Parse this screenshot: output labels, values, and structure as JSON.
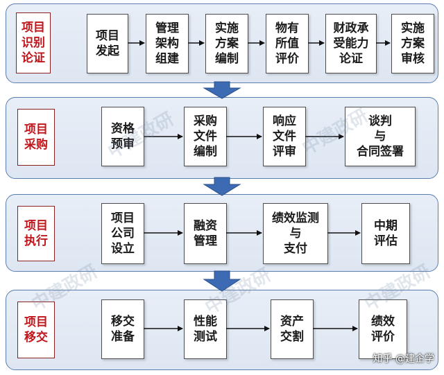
{
  "stages": [
    {
      "label": "项目\n识别\n论证",
      "steps": [
        "项目\n发起",
        "管理\n架构\n组建",
        "实施\n方案\n编制",
        "物有\n所值\n评价",
        "财政承\n受能力\n论证",
        "实施\n方案\n审核"
      ]
    },
    {
      "label": "项目\n采购",
      "steps": [
        "资格\n预审",
        "采购\n文件\n编制",
        "响应\n文件\n评审",
        "谈判\n与\n合同签署"
      ]
    },
    {
      "label": "项目\n执行",
      "steps": [
        "项目\n公司\n设立",
        "融资\n管理",
        "绩效监测\n与\n支付",
        "中期\n评估"
      ]
    },
    {
      "label": "项目\n移交",
      "steps": [
        "移交\n准备",
        "性能\n测试",
        "资产\n交割",
        "绩效\n评价"
      ]
    }
  ],
  "watermark": "中建政研",
  "credit": "知乎 @建企学",
  "colors": {
    "stage_border": "#5a7db0",
    "stage_label_text": "#c0161b",
    "down_arrow": "#3d6bb3",
    "flow_arrow": "#111111"
  }
}
